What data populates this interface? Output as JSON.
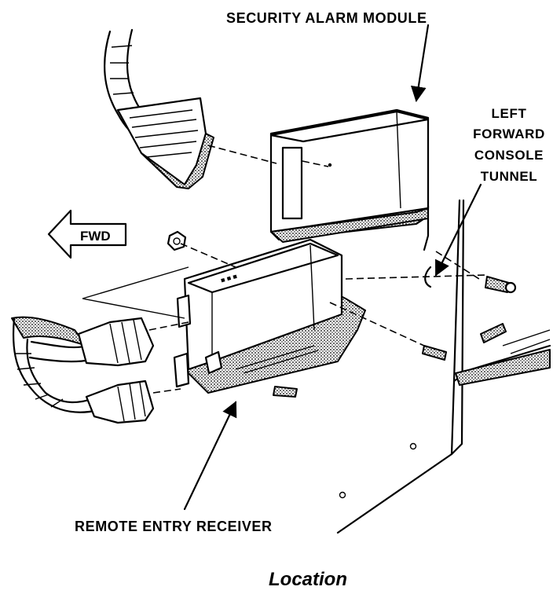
{
  "labels": {
    "security_alarm_module": "SECURITY ALARM MODULE",
    "left_forward_console_tunnel": [
      "LEFT",
      "FORWARD",
      "CONSOLE",
      "TUNNEL"
    ],
    "fwd": "FWD",
    "remote_entry_receiver": "REMOTE ENTRY RECEIVER"
  },
  "caption": "Location"
}
